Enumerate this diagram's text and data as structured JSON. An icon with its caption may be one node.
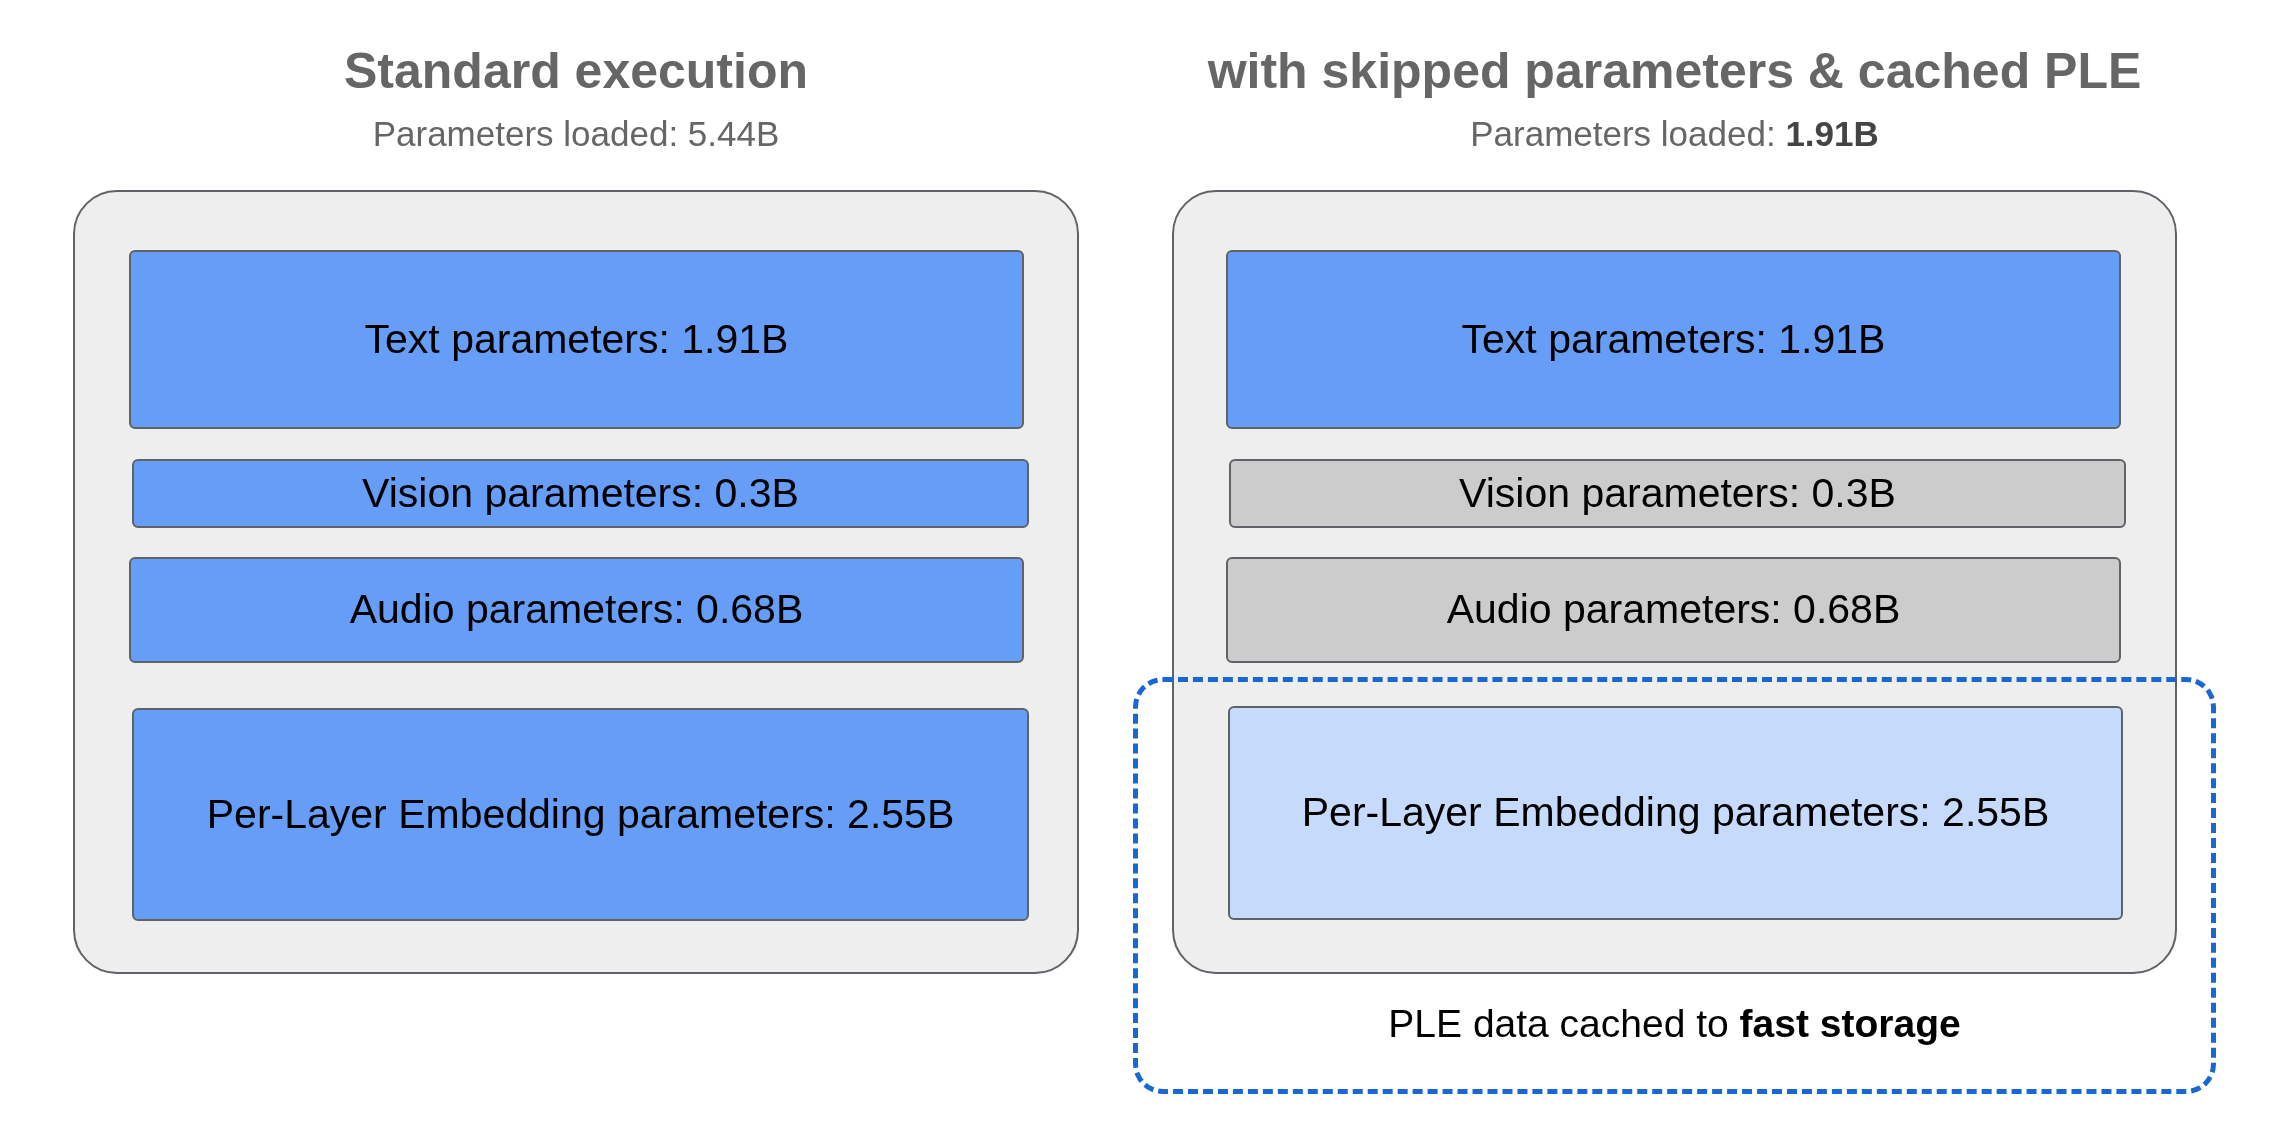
{
  "diagram": {
    "nodes": [
      {
        "text": [
          "Standard execution",
          "Parameters loaded: 5.44B"
        ]
      },
      {
        "text": [
          "Text parameters: 1.91B"
        ],
        "in": 0
      },
      {
        "text": [
          "Vision parameters: 0.3B"
        ],
        "in": 0
      },
      {
        "text": [
          "Audio parameters: 0.68B"
        ],
        "in": 0
      },
      {
        "text": [
          "Per-Layer Embedding parameters: 2.55B"
        ],
        "in": 0
      },
      {
        "text": [
          "with skipped parameters & cached PLE",
          "Parameters loaded: **1.91B**"
        ]
      },
      {
        "text": [
          "Text parameters: 1.91B"
        ],
        "in": 5
      },
      {
        "text": [
          "Vision parameters: 0.3B"
        ],
        "in": 5
      },
      {
        "text": [
          "Audio parameters: 0.68B"
        ],
        "in": 5
      },
      {
        "text": [
          "PLE data cached to **fast storage**"
        ]
      },
      {
        "text": [
          "Per-Layer Embedding parameters: 2.55B"
        ]
      }
    ]
  }
}
